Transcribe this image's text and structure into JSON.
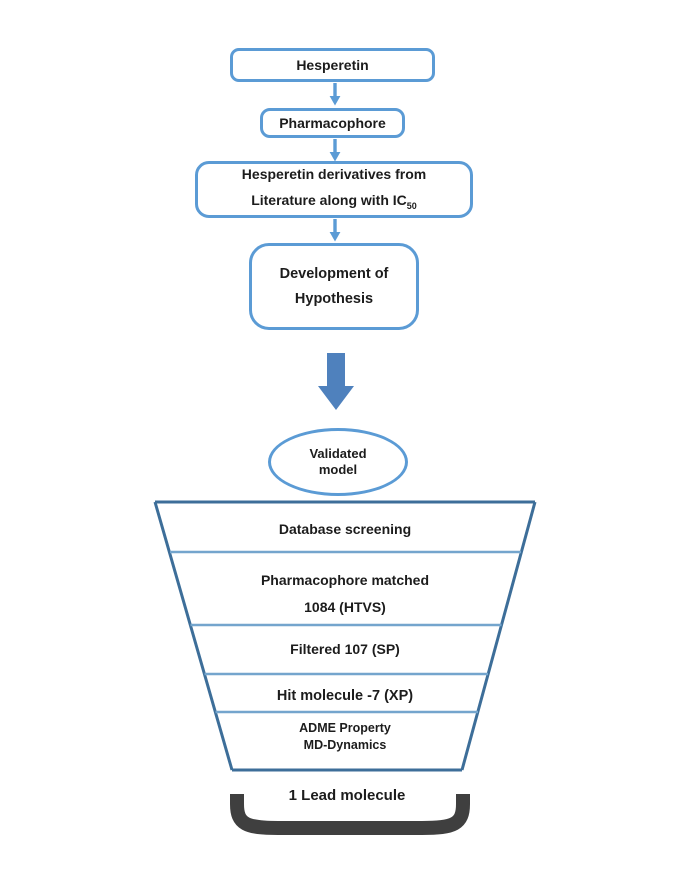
{
  "flowchart": {
    "boxes": [
      {
        "label": "Hesperetin"
      },
      {
        "label": "Pharmacophore"
      },
      {
        "line1": "Hesperetin derivatives from",
        "line2_prefix": "Literature along with IC",
        "line2_sub": "50"
      },
      {
        "line1": "Development of",
        "line2": "Hypothesis"
      }
    ],
    "validated_model": {
      "line1": "Validated",
      "line2": "model"
    },
    "funnel_sections": [
      {
        "line1": "Database screening"
      },
      {
        "line1": "Pharmacophore matched",
        "line2": "1084 (HTVS)"
      },
      {
        "line1": "Filtered 107 (SP)"
      },
      {
        "line1": "Hit molecule -7 (XP)"
      },
      {
        "line1": "ADME Property",
        "line2": "MD-Dynamics"
      }
    ],
    "result_label": "1 Lead molecule",
    "colors": {
      "box_border": "#5b9bd5",
      "small_arrow": "#5b9bd5",
      "big_arrow": "#4f81bd",
      "funnel_outline": "#3d6e99",
      "funnel_divider": "#74a5cd",
      "bracket": "#3f3f3f",
      "text": "#1c1c1c",
      "background": "#ffffff"
    }
  }
}
